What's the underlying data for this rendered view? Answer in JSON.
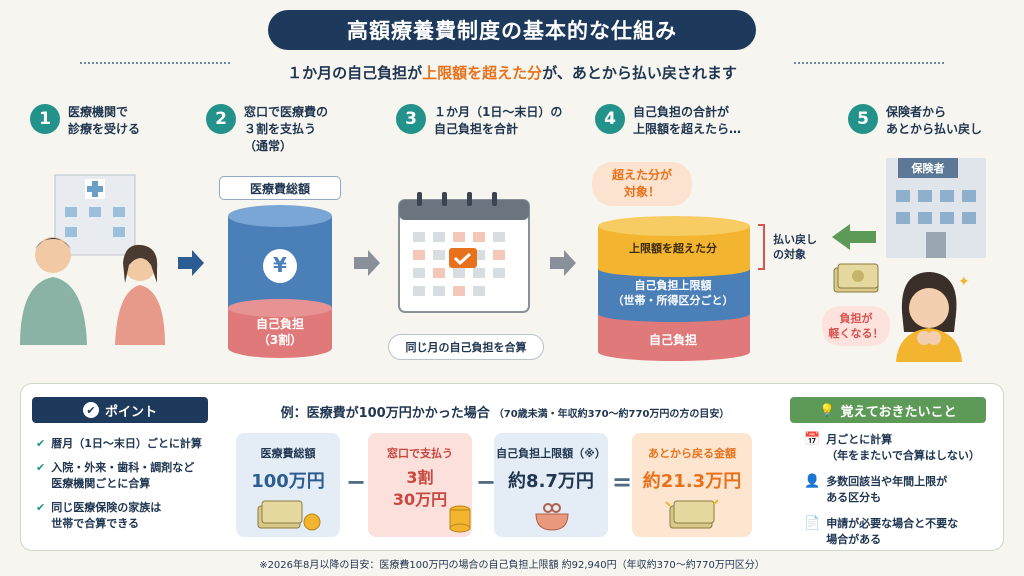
{
  "title": "高額療養費制度の基本的な仕組み",
  "subtitle": {
    "before": "１か月の自己負担が",
    "highlight": "上限額を超えた分",
    "after": "が、あとから払い戻されます"
  },
  "steps": [
    {
      "num": "1",
      "text": "医療機関で\n診療を受ける"
    },
    {
      "num": "2",
      "text": "窓口で医療費の\n３割を支払う\n（通常）"
    },
    {
      "num": "3",
      "text": "１か月（1日〜末日）の\n自己負担を合計"
    },
    {
      "num": "4",
      "text": "自己負担の合計が\n上限額を超えたら…"
    },
    {
      "num": "5",
      "text": "保険者から\nあとから払い戻し"
    }
  ],
  "step2": {
    "label": "医療費総額",
    "yen": "¥",
    "bottom": "自己負担\n（3割）"
  },
  "step3": {
    "caption": "同じ月の自己負担を合算"
  },
  "step4": {
    "bubble": "超えた分が\n対象！",
    "top": "上限額を超えた分",
    "middle": "自己負担上限額\n（世帯・所得区分ごと）",
    "bottom": "自己負担",
    "side": "払い戻し\nの対象"
  },
  "step5": {
    "insurer": "保険者",
    "bubble": "負担が\n軽くなる！"
  },
  "point": {
    "header": "ポイント",
    "items": [
      "暦月（1日〜末日）ごとに計算",
      "入院・外来・歯科・調剤など\n医療機関ごとに合算",
      "同じ医療保険の家族は\n世帯で合算できる"
    ]
  },
  "example": {
    "title": "例：医療費が100万円かかった場合",
    "note": "（70歳未満・年収約370〜約770万円の方の目安）",
    "cards": [
      {
        "label": "医療費総額",
        "value": "100万円"
      },
      {
        "label": "窓口で支払う",
        "value": "3割\n30万円"
      },
      {
        "label": "自己負担上限額（※）",
        "value": "約8.7万円"
      },
      {
        "label": "あとから戻る金額",
        "value": "約21.3万円"
      }
    ],
    "ops": [
      "−",
      "−",
      "="
    ]
  },
  "remember": {
    "header": "覚えておきたいこと",
    "items": [
      "月ごとに計算\n（年をまたいで合算はしない）",
      "多数回該当や年間上限が\nある区分も",
      "申請が必要な場合と不要な\n場合がある"
    ]
  },
  "footnote": "※2026年8月以降の目安：医療費100万円の場合の自己負担上限額 約92,940円（年収約370〜約770万円区分）",
  "colors": {
    "navy": "#1d3a5c",
    "teal": "#23928a",
    "orange": "#e8721c",
    "blue": "#4a7fb8",
    "pink": "#e07a7a",
    "yellow": "#f3b52f",
    "green": "#5d9a57"
  }
}
